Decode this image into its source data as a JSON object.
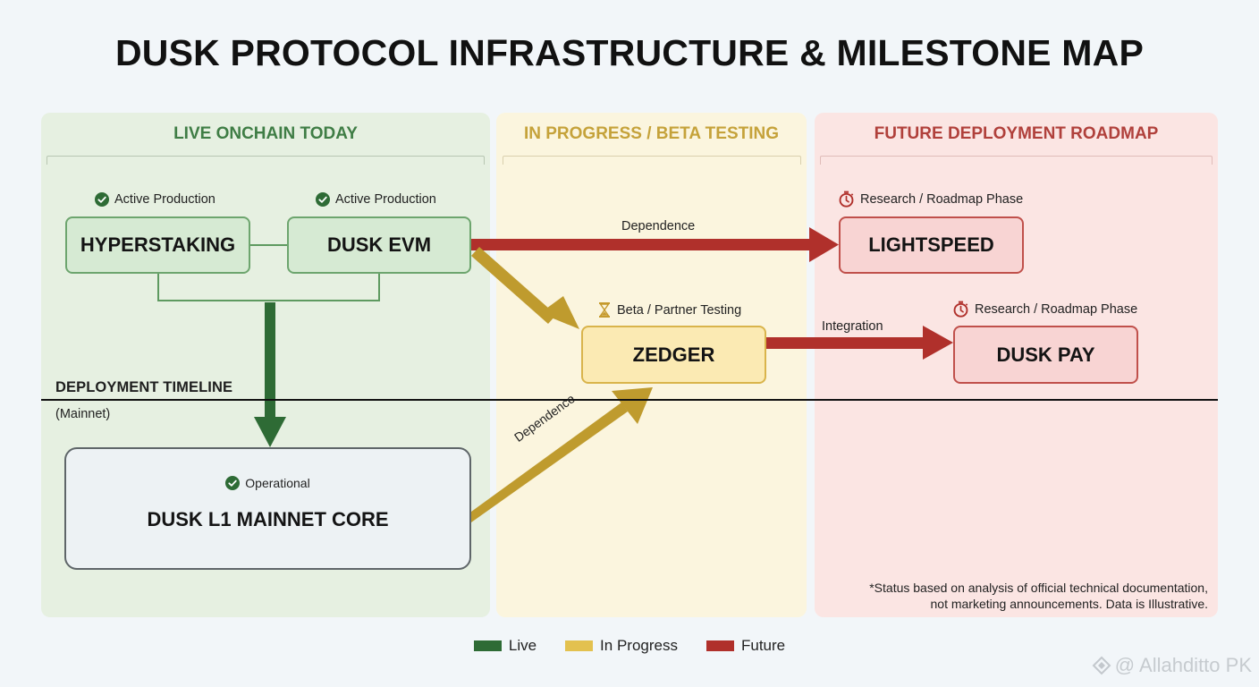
{
  "title": "DUSK PROTOCOL INFRASTRUCTURE & MILESTONE MAP",
  "columns": {
    "live": "LIVE ONCHAIN TODAY",
    "progress": "IN PROGRESS / BETA TESTING",
    "future": "FUTURE DEPLOYMENT ROADMAP"
  },
  "nodes": {
    "hyperstaking": {
      "label": "HYPERSTAKING",
      "status": "Active Production",
      "status_icon": "check-circle-icon"
    },
    "dusk_evm": {
      "label": "DUSK EVM",
      "status": "Active Production",
      "status_icon": "check-circle-icon"
    },
    "lightspeed": {
      "label": "LIGHTSPEED",
      "status": "Research / Roadmap Phase",
      "status_icon": "stopwatch-icon"
    },
    "zedger": {
      "label": "ZEDGER",
      "status": "Beta / Partner Testing",
      "status_icon": "hourglass-icon"
    },
    "dusk_pay": {
      "label": "DUSK PAY",
      "status": "Research / Roadmap Phase",
      "status_icon": "stopwatch-icon"
    },
    "dusk_l1": {
      "label": "DUSK L1 MAINNET CORE",
      "status": "Operational",
      "status_icon": "check-circle-icon"
    }
  },
  "edges": {
    "evm_to_lightspeed": "Dependence",
    "zedger_to_pay": "Integration",
    "core_to_zedger": "Dependence"
  },
  "timeline": {
    "title": "DEPLOYMENT TIMELINE",
    "subtitle": "(Mainnet)"
  },
  "footnote": {
    "line1": "*Status based on analysis of official technical documentation,",
    "line2": "not marketing announcements. Data is Illustrative."
  },
  "legend": [
    {
      "label": "Live",
      "color": "#2e6b35"
    },
    {
      "label": "In Progress",
      "color": "#e3c14f"
    },
    {
      "label": "Future",
      "color": "#b0302b"
    }
  ],
  "colors": {
    "live": "#2e6b35",
    "progress": "#bf9b2e",
    "future": "#b0302b"
  },
  "watermark": "@ Allahditto PK"
}
